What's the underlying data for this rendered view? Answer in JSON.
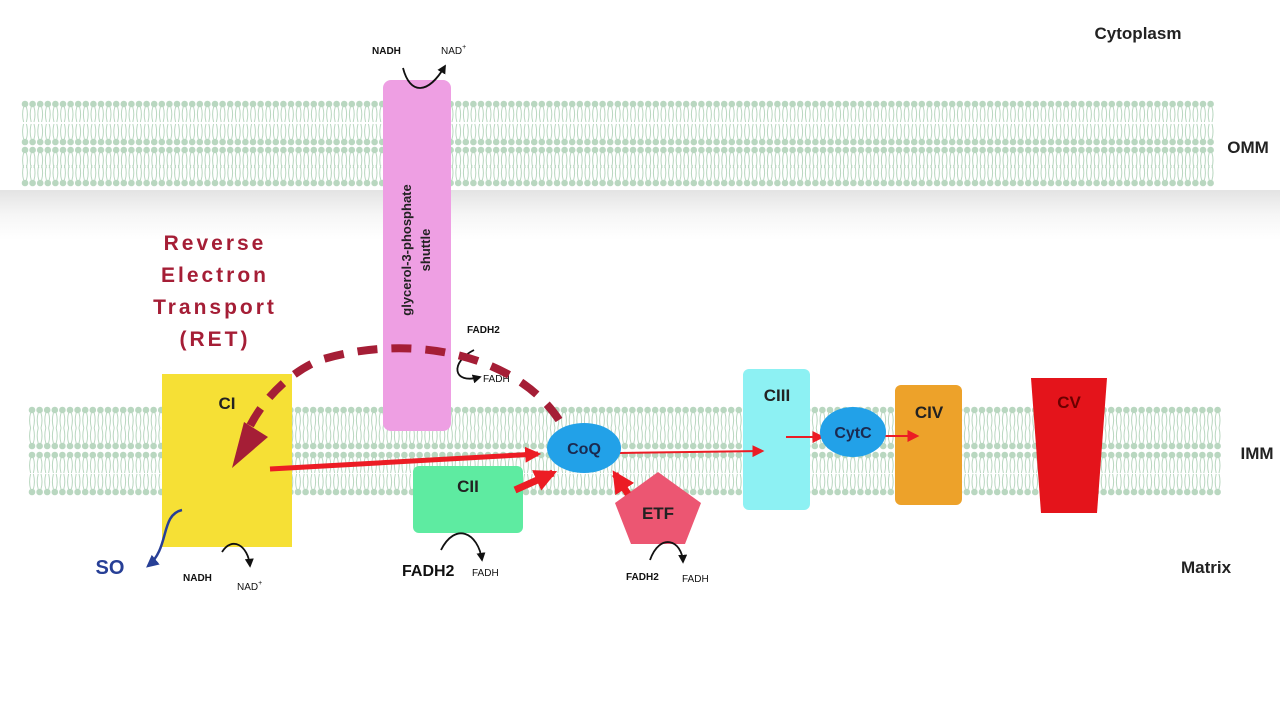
{
  "regions": {
    "cytoplasm": "Cytoplasm",
    "outer_membrane": "OMM",
    "inner_membrane": "IMM",
    "matrix": "Matrix"
  },
  "ret_title": [
    "Reverse",
    "Electron",
    "Transport",
    "(RET)"
  ],
  "complexes": {
    "ci": "CI",
    "cii": "CII",
    "ciii": "CIII",
    "civ": "CIV",
    "cv": "CV",
    "coq": "CoQ",
    "cytc": "CytC",
    "etf": "ETF",
    "shuttle": [
      "glycerol-3-phosphate",
      "shuttle"
    ]
  },
  "reactions": {
    "shuttle_top": {
      "substrate": "NADH",
      "product": "NAD",
      "product_sup": "+"
    },
    "shuttle_bottom": {
      "substrate": "FADH2",
      "product": "FADH"
    },
    "ci": {
      "substrate": "NADH",
      "product": "NAD",
      "product_sup": "+"
    },
    "cii": {
      "substrate": "FADH2",
      "product": "FADH"
    },
    "etf": {
      "substrate": "FADH2",
      "product": "FADH"
    }
  },
  "ros_label": "SO",
  "colors": {
    "lipid": "#b9d7c0",
    "ci": "#f6e035",
    "cii": "#5eeba1",
    "ciii": "#8df1f3",
    "civ": "#eda22a",
    "cv": "#e4141b",
    "coq": "#22a1e8",
    "cytc": "#22a1e8",
    "etf": "#ec5672",
    "shuttle": "#ee9fe3",
    "ret_arrow": "#a51e36",
    "flow_arrow": "#ec1c24",
    "ros_arrow": "#273f96"
  }
}
